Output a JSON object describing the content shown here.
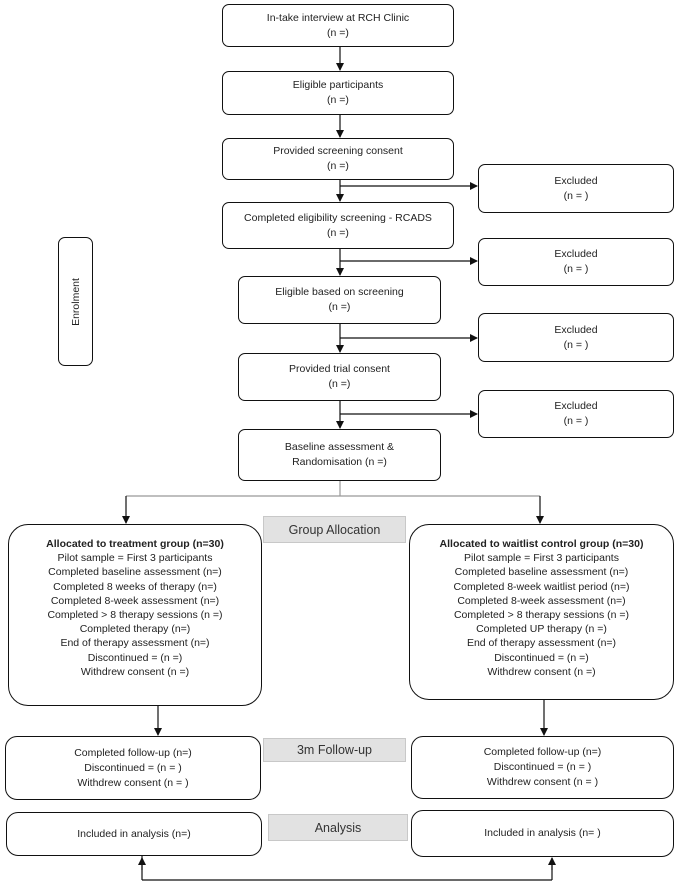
{
  "enrolment_label": "Enrolment",
  "main_flow": [
    {
      "title": "In-take interview at RCH Clinic",
      "count": "(n =)"
    },
    {
      "title": "Eligible participants",
      "count": "(n =)"
    },
    {
      "title": "Provided screening consent",
      "count": "(n =)"
    },
    {
      "title": "Completed eligibility screening - RCADS",
      "count": "(n =)"
    },
    {
      "title": "Eligible based on screening",
      "count": "(n =)"
    },
    {
      "title": "Provided trial consent",
      "count": "(n =)"
    },
    {
      "title": "Baseline assessment &",
      "count": "Randomisation (n =)"
    }
  ],
  "excluded": [
    {
      "title": "Excluded",
      "count": "(n = )"
    },
    {
      "title": "Excluded",
      "count": "(n = )"
    },
    {
      "title": "Excluded",
      "count": "(n = )"
    },
    {
      "title": "Excluded",
      "count": "(n = )"
    }
  ],
  "stage_labels": {
    "allocation": "Group Allocation",
    "followup": "3m Follow-up",
    "analysis": "Analysis"
  },
  "treatment": {
    "title": "Allocated to treatment group (n=30)",
    "lines": [
      "Pilot sample = First 3 participants",
      "Completed baseline assessment (n=)",
      "Completed 8 weeks of therapy (n=)",
      "Completed 8-week assessment (n=)",
      "Completed > 8 therapy sessions (n =)",
      "Completed therapy (n=)",
      "End of therapy assessment (n=)",
      "Discontinued = (n =)",
      "Withdrew consent (n =)"
    ],
    "followup": [
      "Completed follow-up (n=)",
      "Discontinued = (n = )",
      "Withdrew consent (n = )"
    ],
    "analysis": "Included in analysis (n=)"
  },
  "waitlist": {
    "title": "Allocated to waitlist control group (n=30)",
    "lines": [
      "Pilot sample = First 3 participants",
      "Completed baseline assessment (n=)",
      "Completed 8-week waitlist period (n=)",
      "Completed 8-week assessment (n=)",
      "Completed > 8 therapy sessions (n =)",
      "Completed UP therapy (n =)",
      "End of therapy assessment (n=)",
      "Discontinued = (n =)",
      "Withdrew consent (n =)"
    ],
    "followup": [
      "Completed follow-up (n=)",
      "Discontinued = (n = )",
      "Withdrew consent (n = )"
    ],
    "analysis": "Included in analysis (n= )"
  }
}
